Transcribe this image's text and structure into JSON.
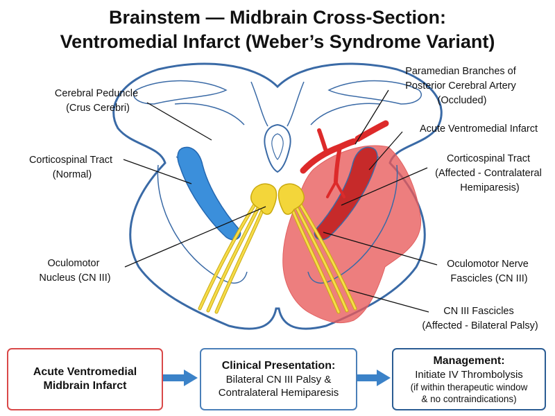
{
  "title": {
    "line1": "Brainstem — Midbrain Cross-Section:",
    "line2": "Ventromedial Infarct (Weber’s Syndrome Variant)"
  },
  "labels": {
    "cerebral_peduncle": [
      "Cerebral Peduncle",
      "(Crus Cerebri)"
    ],
    "cst_normal": [
      "Corticospinal Tract",
      "(Normal)"
    ],
    "oculomotor_nucleus": [
      "Oculomotor",
      "Nucleus (CN III)"
    ],
    "pca_branches": [
      "Paramedian Branches of",
      "Posterior Cerebral Artery",
      "(Occluded)"
    ],
    "infarct": [
      "Acute Ventromedial Infarct"
    ],
    "cst_affected": [
      "Corticospinal Tract",
      "(Affected - Contralateral",
      "Hemiparesis)"
    ],
    "nerve_fascicles": [
      "Oculomotor Nerve",
      "Fascicles (CN III)"
    ],
    "cn3_fascicles": [
      "CN III Fascicles",
      "(Affected - Bilateral Palsy)"
    ]
  },
  "flow": {
    "box1": {
      "title": "Acute Ventromedial Midbrain Infarct"
    },
    "box2": {
      "title": "Clinical Presentation:",
      "line1": "Bilateral CN III Palsy &",
      "line2": "Contralateral Hemiparesis"
    },
    "box3": {
      "title": "Management:",
      "line1": "Initiate IV Thrombolysis",
      "line2": "(if within therapeutic window",
      "line3": "& no contraindications)"
    }
  },
  "colors": {
    "outline": "#3a6aa6",
    "cst_blue": "#3b8fdb",
    "infarct": "#e85a5a",
    "artery": "#dd2a2a",
    "nucleus": "#f3d63a",
    "box1_border": "#d94848",
    "box2_border": "#4a7fb8",
    "box3_border": "#2a5c93",
    "arrow": "#3b82c8"
  }
}
